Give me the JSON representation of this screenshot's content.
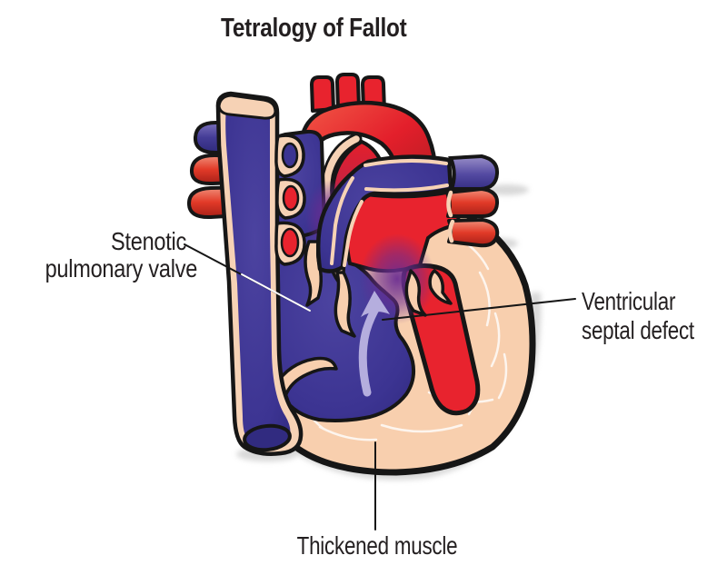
{
  "title": {
    "text": "Tetralogy of Fallot"
  },
  "annotations": {
    "stenotic_valve": {
      "line1": "Stenotic",
      "line2": "pulmonary valve"
    },
    "ventricular_septal_defect": {
      "line1": "Ventricular",
      "line2": "septal defect"
    },
    "thickened_muscle": {
      "text": "Thickened muscle"
    }
  },
  "figure": {
    "subject": "Cross-section illustration of a heart with Tetralogy of Fallot",
    "flow_arrow": "blood-flow-arrow through ventricular septal defect"
  },
  "colors": {
    "background": "#ffffff",
    "outline": "#161616",
    "oxygenated_red": "#e8232e",
    "deoxygenated_blue": "#3c3492",
    "muscle_peach": "#f8cfae",
    "vessel_wall_peach": "#f6d2b5",
    "mixing_purple": "#6b2d92",
    "flow_arrow_lavender": "#b5aede",
    "cut_vessel_violet": "#544aa2",
    "shadow_gray": "#b9b9b9",
    "text": "#231f20"
  }
}
